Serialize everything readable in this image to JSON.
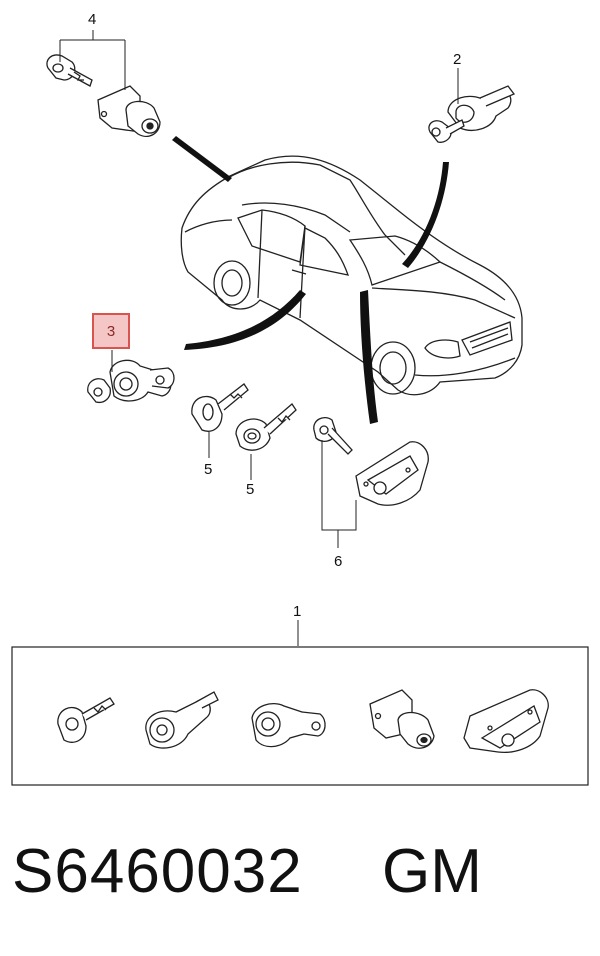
{
  "callouts": {
    "c1": "1",
    "c2": "2",
    "c3": "3",
    "c4": "4",
    "c5a": "5",
    "c5b": "5",
    "c6": "6"
  },
  "highlight_color": "#d9534f",
  "footer": {
    "part_number": "S6460032",
    "brand": "GM"
  }
}
